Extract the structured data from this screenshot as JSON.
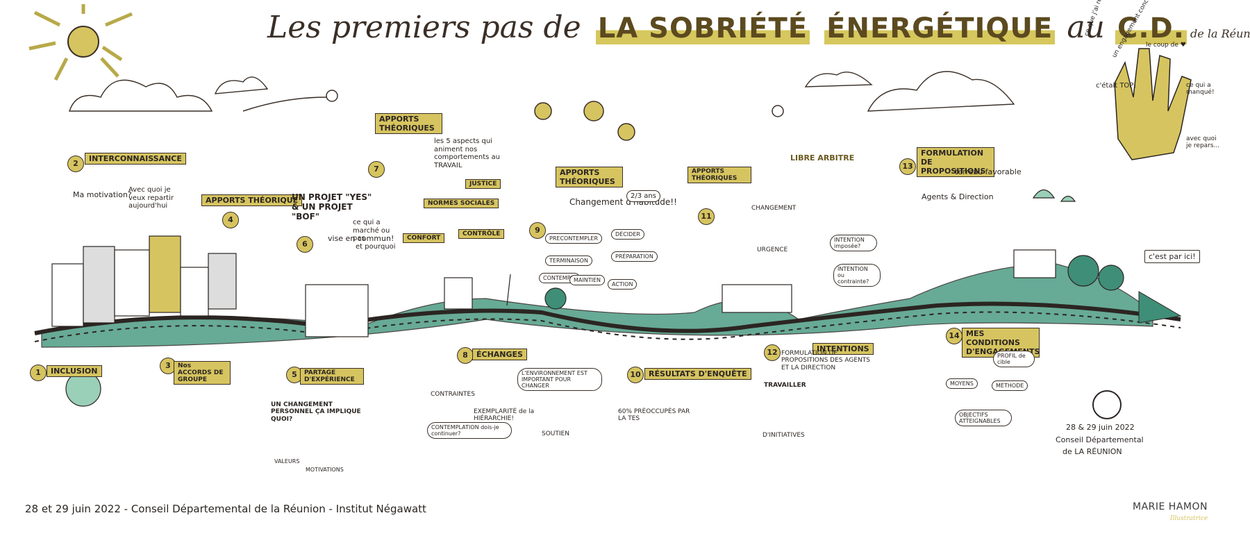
{
  "title": {
    "part1": "Les premiers pas de",
    "part2": "LA SOBRIÉTÉ",
    "part3": "ÉNERGÉTIQUE",
    "part4": "au",
    "part5": "C.D.",
    "part6": "de la Réunion"
  },
  "stages_top": [
    {
      "num": "2",
      "label": "INTERCONNAISSANCE",
      "notes": [
        "Ma motivation?",
        "Avec quoi je veux repartir aujourd'hui"
      ]
    },
    {
      "num": "4",
      "label": "APPORTS THÉORIQUE"
    },
    {
      "num": "6",
      "label": "UN PROJET \"YES\" & UN PROJET \"BOF\"",
      "notes": [
        "vise en commun!",
        "ce qui a marché ou pas",
        "et pourquoi"
      ]
    },
    {
      "num": "7",
      "label": "APPORTS THÉORIQUES",
      "notes": [
        "les 5 aspects qui animent nos comportements au TRAVAIL",
        "JUSTICE",
        "NORMES SOCIALES",
        "CONFORT",
        "CONTRÔLE"
      ]
    },
    {
      "num": "9",
      "label": "APPORTS THÉORIQUES",
      "notes": [
        "Changement d'habitude!!",
        "2/3 ans",
        "PRECONTEMPLER",
        "TERMINAISON",
        "CONTEMPL.",
        "DÉCIDER",
        "PRÉPARATION",
        "MAINTIEN",
        "ACTION"
      ]
    },
    {
      "num": "11",
      "label": "APPORTS THÉORIQUES",
      "notes": [
        "LIBRE ARBITRE",
        "CHANGEMENT",
        "URGENCE",
        "INTENTION imposée?",
        "INTENTION ou contrainte?"
      ]
    },
    {
      "num": "13",
      "label": "FORMULATION DE PROPOSITIONS",
      "notes": [
        "terreau favorable",
        "Agents & Direction"
      ]
    }
  ],
  "stages_bottom": [
    {
      "num": "1",
      "label": "INCLUSION"
    },
    {
      "num": "3",
      "label": "Nos ACCORDS DE GROUPE"
    },
    {
      "num": "5",
      "label": "PARTAGE D'EXPÉRIENCE",
      "notes": [
        "UN CHANGEMENT PERSONNEL ÇA IMPLIQUE QUOI?",
        "VALEURS",
        "MOTIVATIONS"
      ]
    },
    {
      "num": "8",
      "label": "ÉCHANGES",
      "notes": [
        "CONTRAINTES",
        "L'ENVIRONNEMENT EST IMPORTANT POUR CHANGER",
        "EXEMPLARITÉ de la HIÉRARCHIE!",
        "SOUTIEN",
        "CONTEMPLATION dois-je continuer?"
      ]
    },
    {
      "num": "10",
      "label": "RÉSULTATS D'ENQUÊTE",
      "notes": [
        "60% PRÉOCCUPÉS PAR LA TES"
      ]
    },
    {
      "num": "12",
      "label": "INTENTIONS",
      "notes": [
        "FORMULATION DE PROPOSITIONS DES AGENTS ET LA DIRECTION",
        "TRAVAILLER",
        "D'INITIATIVES"
      ]
    },
    {
      "num": "14",
      "label": "MES CONDITIONS D'ENGAGEMENTS",
      "notes": [
        "PROFIL de cible",
        "MOYENS",
        "MÉTHODE",
        "OBJECTIFS ATTEIGNABLES"
      ]
    }
  ],
  "hand_notes": [
    "ce que j'ai retenu avant",
    "un engagement concret",
    "le coup de ♥",
    "c'était TOP!",
    "ce qui a manqué!",
    "avec quoi je repars..."
  ],
  "end_sign": "c'est par ici!",
  "signature": {
    "date": "28 & 29 juin 2022",
    "org1": "Conseil Départemental",
    "org2": "de LA RÉUNION"
  },
  "footer": {
    "text": "28 et 29 juin 2022 -  Conseil Départemental  de la Réunion - Institut Négawatt",
    "author": "MARIE HAMON",
    "author_sub": "Illustratrice"
  },
  "colors": {
    "gold": "#d6c460",
    "green": "#3f8e78",
    "ink": "#2b2522"
  }
}
